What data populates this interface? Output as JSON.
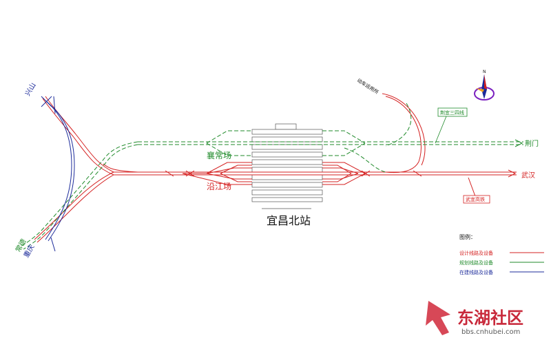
{
  "station": {
    "name": "宜昌北站"
  },
  "yards": {
    "xiangchang": "襄常场",
    "yanjiang": "沿江场"
  },
  "destinations": {
    "jingmen": "荆门",
    "wuhan": "武汉",
    "xingshan": "兴山",
    "changde": "常德",
    "chongqing": "重庆"
  },
  "line_tags": {
    "jingyi_34": "荆宜三四线",
    "wuyi": "武宜高铁"
  },
  "depot": {
    "label": "动车运用所"
  },
  "compass": {
    "north_letter": "N"
  },
  "legend": {
    "title": "图例：",
    "items": [
      {
        "label": "设计线路及设备",
        "color": "#d42020"
      },
      {
        "label": "规划线路及设备",
        "color": "#1f8a2a"
      },
      {
        "label": "在建线路及设备",
        "color": "#1b2a9a"
      }
    ]
  },
  "watermark": {
    "brand": "东湖社区",
    "url": "bbs.cnhubei.com"
  },
  "colors": {
    "designed": "#d42020",
    "planned": "#1f8a2a",
    "under_construction": "#1b2a9a",
    "platform": "#555555"
  }
}
